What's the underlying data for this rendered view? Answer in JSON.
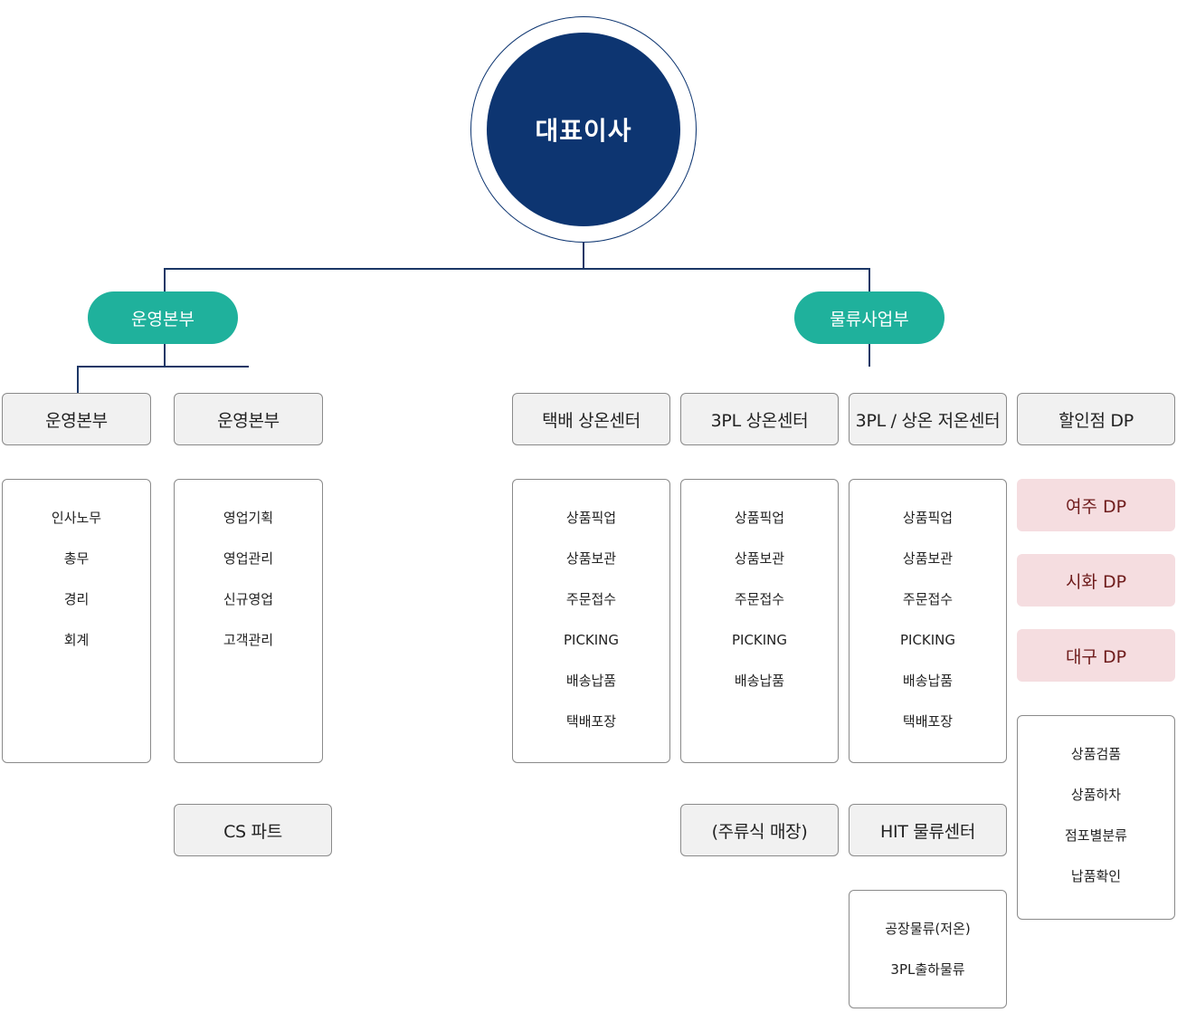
{
  "ceo": {
    "label": "대표이사"
  },
  "divisions": {
    "operations": {
      "label": "운영본부"
    },
    "logistics": {
      "label": "물류사업부"
    }
  },
  "departments": {
    "ops1": {
      "label": "운영본부",
      "tasks": [
        "인사노무",
        "총무",
        "경리",
        "회계"
      ]
    },
    "ops2": {
      "label": "운영본부",
      "tasks": [
        "영업기획",
        "영업관리",
        "신규영업",
        "고객관리"
      ]
    },
    "cs": {
      "label": "CS 파트"
    },
    "parcel": {
      "label": "택배 상온센터",
      "tasks": [
        "상품픽업",
        "상품보관",
        "주문접수",
        "PICKING",
        "배송납품",
        "택배포장"
      ]
    },
    "tpl": {
      "label": "3PL 상온센터",
      "tasks": [
        "상품픽업",
        "상품보관",
        "주문접수",
        "PICKING",
        "배송납품"
      ]
    },
    "tpl_cold": {
      "label": "3PL / 상온 저온센터",
      "tasks": [
        "상품픽업",
        "상품보관",
        "주문접수",
        "PICKING",
        "배송납품",
        "택배포장"
      ]
    },
    "liquor": {
      "label": "(주류식 매장)"
    },
    "hit": {
      "label": "HIT 물류센터",
      "tasks": [
        "공장물류(저온)",
        "3PL출하물류"
      ]
    },
    "discount": {
      "label": "할인점 DP",
      "sites": [
        "여주 DP",
        "시화 DP",
        "대구 DP"
      ],
      "tasks": [
        "상품검품",
        "상품하차",
        "점포별분류",
        "납품확인"
      ]
    }
  },
  "colors": {
    "ceo": "#0d3571",
    "division": "#1fb19c",
    "dp_site_bg": "#f5dde0",
    "dp_site_text": "#6e1b1b",
    "connector": "#1c3766"
  }
}
